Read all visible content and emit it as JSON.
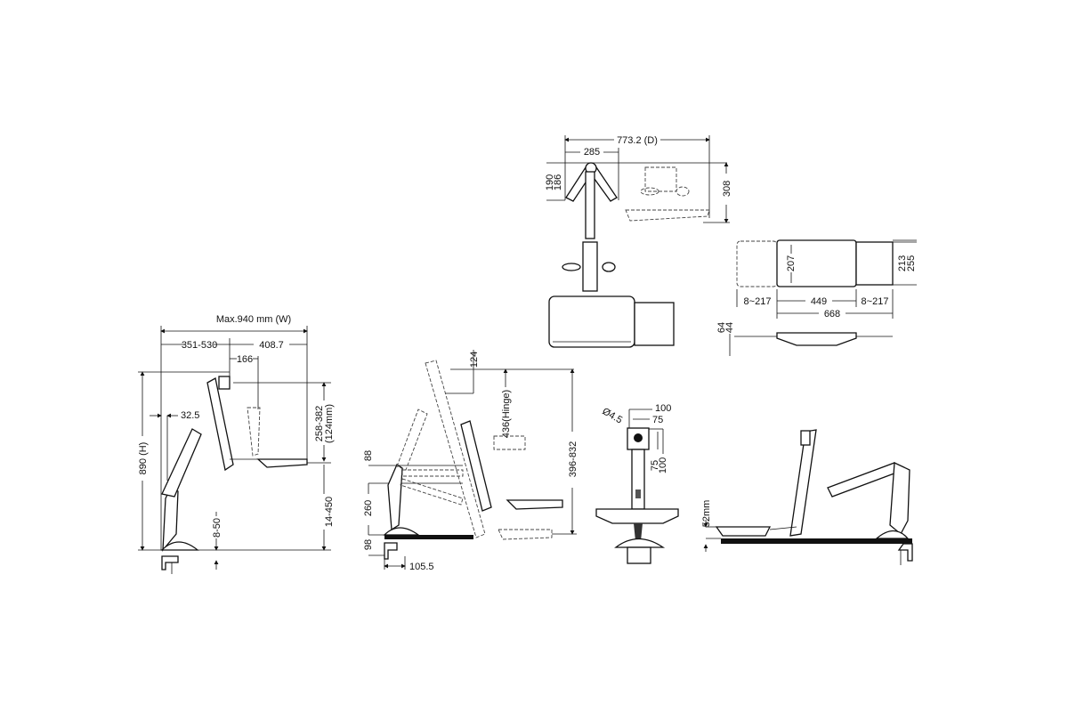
{
  "side_view_left": {
    "width_total": "Max.940 mm (W)",
    "reach_range": "351-530",
    "tray_depth": "408.7",
    "tray_offset": "166",
    "height_total": "890 (H)",
    "pole_offset": "32.5",
    "keyboard_height_range": "258-382\n(124mm)",
    "keyboard_height_line1": "258-382",
    "keyboard_height_line2": "(124mm)",
    "tray_height_range": "14-450",
    "clamp_range": "8-50"
  },
  "side_view_motion": {
    "top_offset": "124",
    "hinge_height": "436(Hinge)",
    "vertical_range": "396-832",
    "arm_hinge": "88",
    "arm_height": "260",
    "clamp_depth": "98",
    "base_width": "105.5"
  },
  "top_view": {
    "depth_total": "773.2 (D)",
    "arm_reach": "285",
    "dim_190": "190",
    "dim_186": "186",
    "tray_span": "308"
  },
  "tray_view": {
    "tray_depth": "207",
    "dim_213": "213",
    "dim_255": "255",
    "extension_left": "8~217",
    "tray_width": "449",
    "extension_right": "8~217",
    "total_width": "668",
    "thickness_64": "64",
    "thickness_44": "44"
  },
  "front_view": {
    "vesa_outer_h": "100",
    "vesa_inner_h": "75",
    "hole_diameter": "Ø4.5",
    "vesa_inner_v": "75",
    "vesa_outer_v": "100"
  },
  "side_view_right": {
    "tray_clearance": "52mm"
  }
}
